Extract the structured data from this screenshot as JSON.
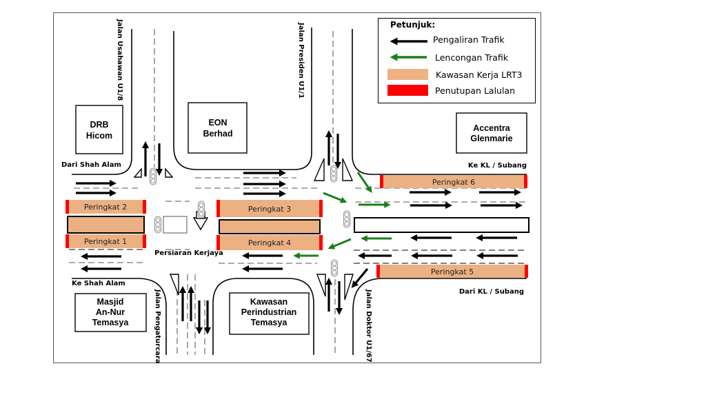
{
  "legend": {
    "title": "Petunjuk:",
    "items": [
      {
        "label": "Pengaliran Trafik",
        "type": "arrow",
        "color": "#000000"
      },
      {
        "label": "Lencongan Trafik",
        "type": "arrow",
        "color": "#1a7f1a"
      },
      {
        "label": "Kawasan Kerja LRT3",
        "type": "fill",
        "color": "#f0b284"
      },
      {
        "label": "Penutupan Lalulan",
        "type": "fill",
        "color": "#ff0000"
      }
    ]
  },
  "colors": {
    "work_zone": "#ebb183",
    "closure": "#ff0000",
    "flow": "#000000",
    "diversion": "#1a7f1a",
    "signal": "#9a9a9a"
  },
  "buildings": [
    {
      "id": "drb",
      "lines": [
        "DRB",
        "Hicom"
      ]
    },
    {
      "id": "eon",
      "lines": [
        "EON",
        "Berhad"
      ]
    },
    {
      "id": "accentra",
      "lines": [
        "Accentra",
        "Glenmarie"
      ]
    },
    {
      "id": "masjid",
      "lines": [
        "Masjid",
        "An-Nur",
        "Temasya"
      ]
    },
    {
      "id": "kawasan",
      "lines": [
        "Kawasan",
        "Perindustrian",
        "Temasya"
      ]
    }
  ],
  "roads": {
    "usahawan": "Jalan Usahawan U1/8",
    "presiden": "Jalan Presiden U1/1",
    "pengaturcara": "Jalan Pengaturcara",
    "doktor": "Jalan Doktor U1/67",
    "kerjaya": "Persiaran Kerjaya"
  },
  "directions": {
    "dari_shah_alam": "Dari Shah Alam",
    "ke_shah_alam": "Ke Shah Alam",
    "ke_kl_subang": "Ke KL / Subang",
    "dari_kl_subang": "Dari KL / Subang"
  },
  "work_zones": [
    {
      "id": "p1",
      "label": "Peringkat 1"
    },
    {
      "id": "p2",
      "label": "Peringkat 2"
    },
    {
      "id": "p3",
      "label": "Peringkat 3"
    },
    {
      "id": "p4",
      "label": "Peringkat 4"
    },
    {
      "id": "p5",
      "label": "Peringkat 5"
    },
    {
      "id": "p6",
      "label": "Peringkat 6"
    }
  ]
}
